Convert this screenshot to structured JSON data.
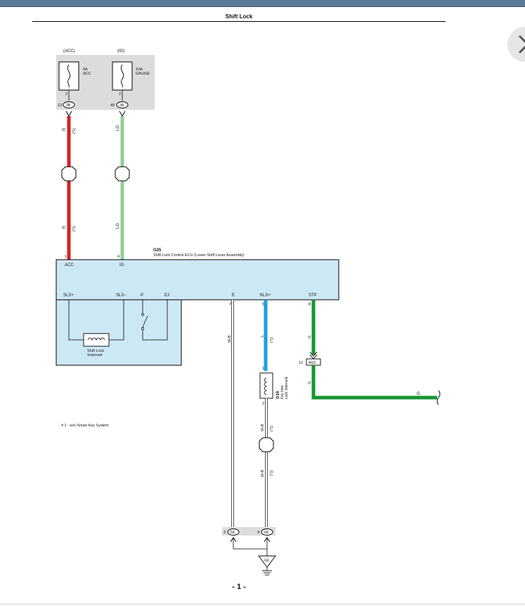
{
  "page": {
    "title": "Shift Lock",
    "page_number": "- 1 -",
    "footnote": "＊1 : w/o Smart Key System"
  },
  "fuses": [
    {
      "source": "(ACC)",
      "rating": "5A",
      "name": "ACC",
      "pin": "2",
      "cavity": "13",
      "connector": "3B"
    },
    {
      "source": "(IG)",
      "rating": "10A",
      "name": "GAUGE",
      "pin": "2",
      "cavity": "49",
      "connector": "3A"
    }
  ],
  "wires": {
    "acc_color": "R",
    "ig_color": "LG",
    "kls_color": "L",
    "stp_color": "G",
    "e_color": "W-B",
    "solenoid_gnd_color": "W-B",
    "stp_out_color": "G",
    "note": "(*1)"
  },
  "ecu": {
    "code": "G25",
    "name": "Shift Lock Control ECU (Lower Shift Lever Assembly)",
    "pins_top": [
      {
        "num": "1",
        "label": "ACC"
      },
      {
        "num": "4",
        "label": "IG"
      }
    ],
    "pins_bottom": [
      {
        "num": "",
        "label": "SLS+"
      },
      {
        "num": "",
        "label": "SLS−"
      },
      {
        "num": "",
        "label": "P"
      },
      {
        "num": "",
        "label": "E2"
      },
      {
        "num": "7",
        "label": "E"
      },
      {
        "num": "5",
        "label": "KLS+"
      },
      {
        "num": "8",
        "label": "STP"
      }
    ],
    "solenoid_label_1": "Shift Lock",
    "solenoid_label_2": "Solenoid"
  },
  "key_solenoid": {
    "code": "G16",
    "name_1": "Key Inter",
    "name_2": "Lock Solenoid",
    "pin_top": "1",
    "pin_bottom": "2"
  },
  "connectors": {
    "stp_cavity": "12",
    "stp_connector": "AG3",
    "gnd1_cavity": "3",
    "gnd1_connector": "6A",
    "gnd2_cavity": "4",
    "gnd2_connector": "6A",
    "ground": "G6"
  },
  "colors": {
    "red_wire": "#d81e25",
    "lightgreen_wire": "#8fcf95",
    "blue_wire": "#1e9ce8",
    "green_wire": "#17952f",
    "ecu_fill": "#cde8f5",
    "fuse_box": "#dcdcdc",
    "header_bar": "#5f7a96"
  },
  "icons": {
    "next": "chevron-right-icon"
  }
}
